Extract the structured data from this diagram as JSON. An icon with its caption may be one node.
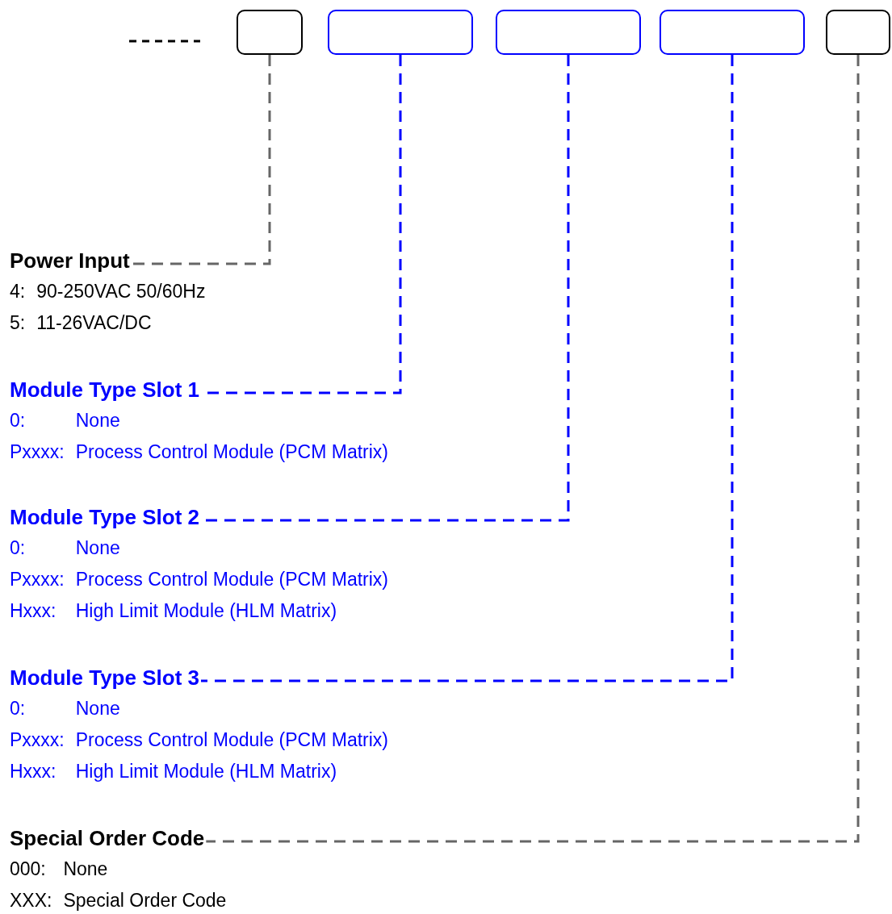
{
  "diagram": {
    "nodes": [
      {
        "text": [],
        "shape": "box"
      },
      {
        "text": [],
        "shape": "box"
      },
      {
        "text": [],
        "shape": "box"
      },
      {
        "text": [],
        "shape": "box"
      },
      {
        "text": [],
        "shape": "box"
      },
      {
        "text": [
          "Power Input"
        ],
        "beside": [
          "4: 90-250VAC 50/60Hz",
          "5: 11-26VAC/DC"
        ]
      },
      {
        "text": [
          "Module Type Slot 1"
        ],
        "beside": [
          "0: None",
          "Pxxxx: Process Control Module (PCM Matrix)"
        ]
      },
      {
        "text": [
          "Module Type Slot 2"
        ],
        "beside": [
          "0: None",
          "Pxxxx: Process Control Module (PCM Matrix)",
          "Hxxx: High Limit Module (HLM Matrix)"
        ]
      },
      {
        "text": [
          "Module Type Slot 3"
        ],
        "beside": [
          "0: None",
          "Pxxxx: Process Control Module (PCM Matrix)",
          "Hxxx: High Limit Module (HLM Matrix)"
        ]
      },
      {
        "text": [
          "Special Order Code"
        ],
        "beside": [
          "000: None",
          "XXX: Special Order Code"
        ]
      }
    ],
    "edges": [
      {
        "from": 0,
        "to": 5,
        "arrow": "none",
        "style": "dashed",
        "color": "#666666"
      },
      {
        "from": 1,
        "to": 6,
        "arrow": "none",
        "style": "dashed",
        "color": "#0000ff"
      },
      {
        "from": 2,
        "to": 7,
        "arrow": "none",
        "style": "dashed",
        "color": "#0000ff"
      },
      {
        "from": 3,
        "to": 8,
        "arrow": "none",
        "style": "dashed",
        "color": "#0000ff"
      },
      {
        "from": 4,
        "to": 9,
        "arrow": "none",
        "style": "dashed",
        "color": "#666666"
      }
    ]
  }
}
